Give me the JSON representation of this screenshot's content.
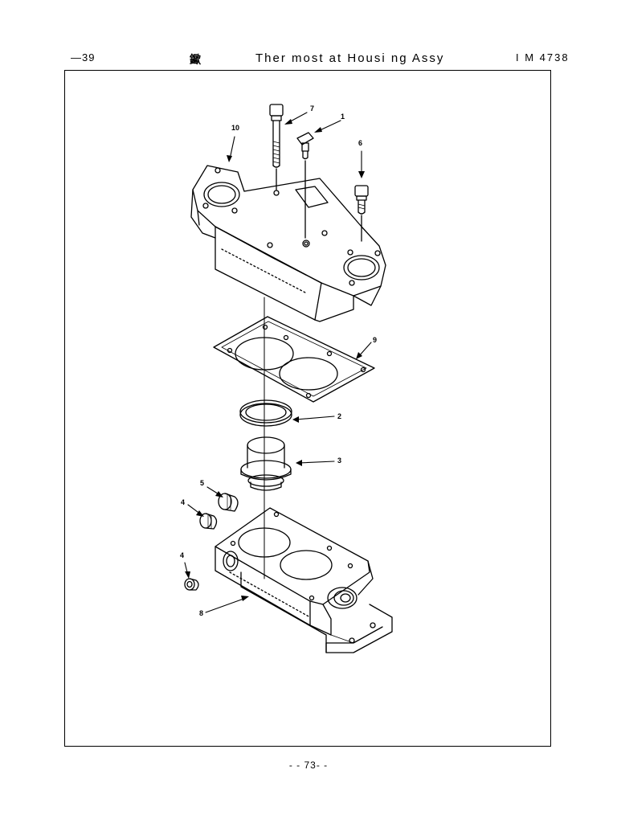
{
  "header": {
    "left_code": "—39",
    "icon_glyph": "䥲",
    "title": "Ther most at  Housi ng  Assy",
    "doc_number": "I M 4738"
  },
  "diagram": {
    "callouts": {
      "c1": "1",
      "c2": "2",
      "c3": "3",
      "c4a": "4",
      "c4b": "4",
      "c5": "5",
      "c6": "6",
      "c7": "7",
      "c8": "8",
      "c9": "9",
      "c10": "10"
    }
  },
  "footer": {
    "page_number": "- - 73- -"
  }
}
